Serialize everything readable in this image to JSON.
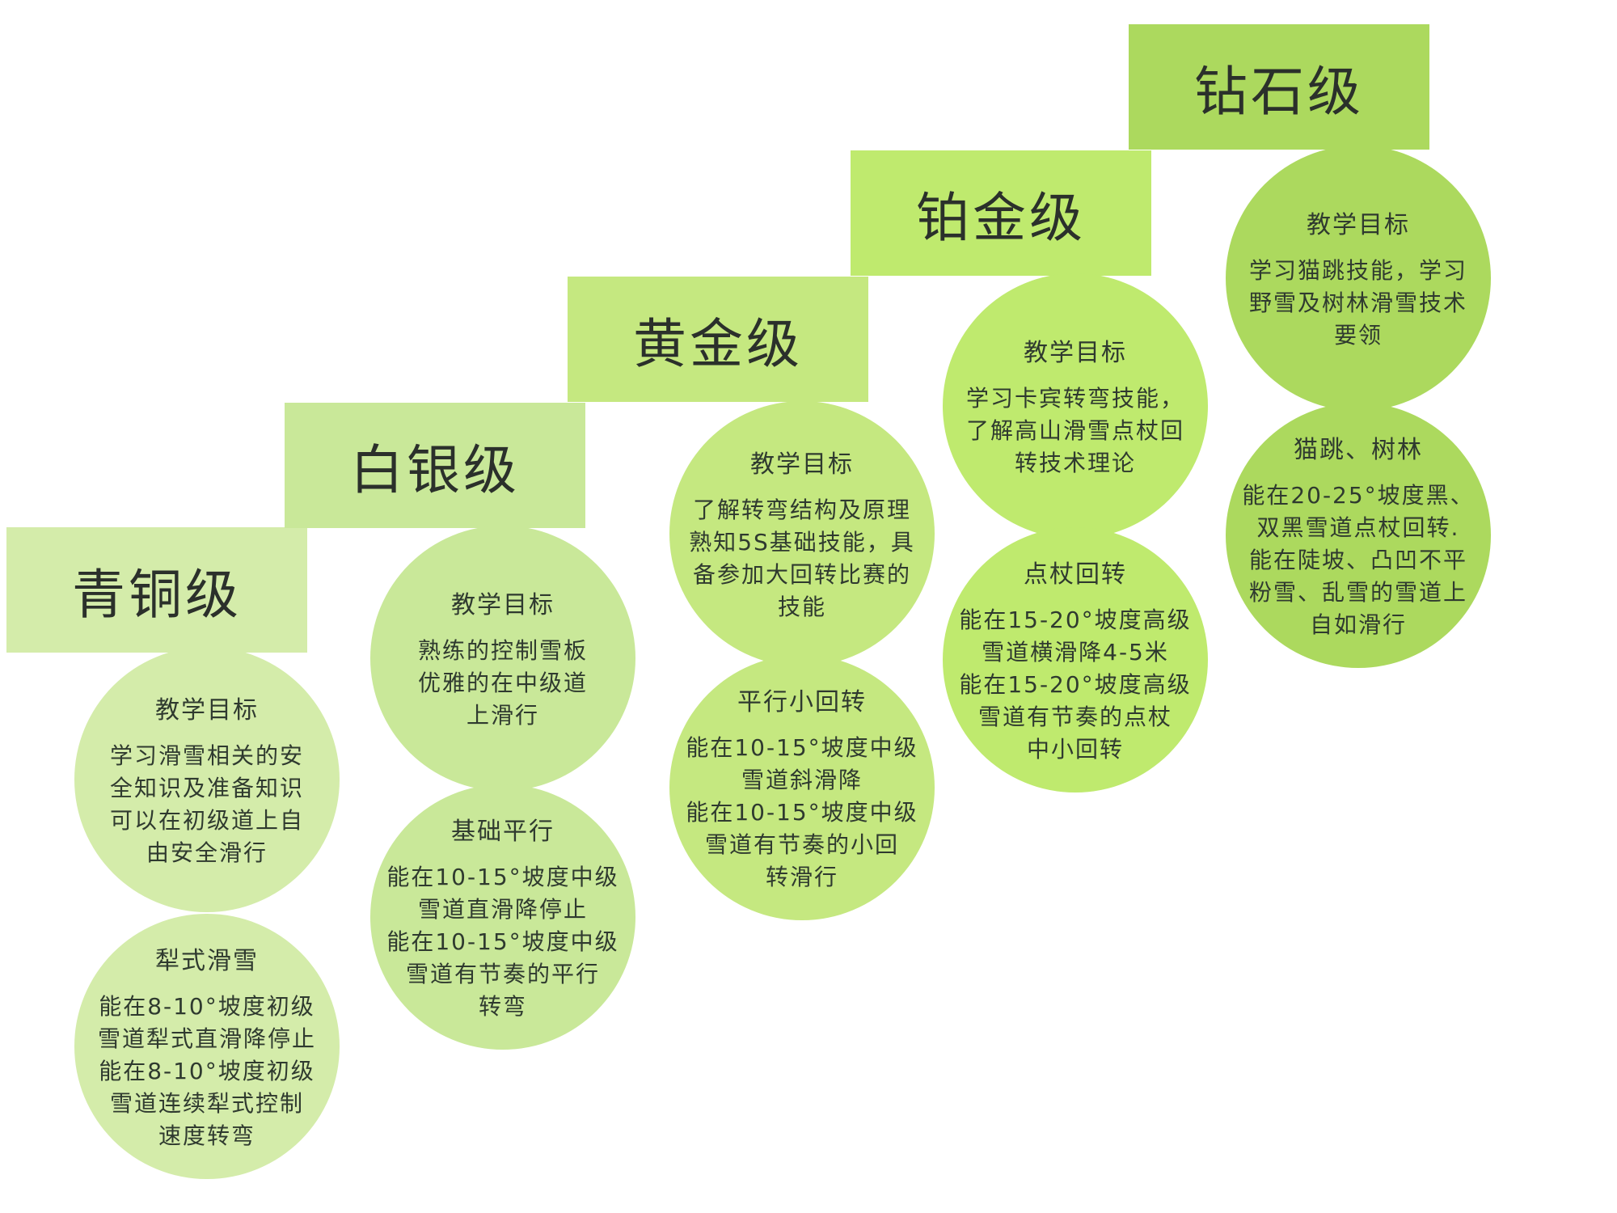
{
  "levels": [
    {
      "name": "青铜级",
      "box_color": "#d4ecaa",
      "circle_color": "#d4ecaa",
      "goal_title": "教学目标",
      "goal_text": "学习滑雪相关的安\n全知识及准备知识\n可以在初级道上自\n由安全滑行",
      "skill_title": "犁式滑雪",
      "skill_text": "能在8-10°坡度初级\n雪道犁式直滑降停止\n能在8-10°坡度初级\n雪道连续犁式控制\n速度转弯"
    },
    {
      "name": "白银级",
      "box_color": "#c9e899",
      "circle_color": "#c9e899",
      "goal_title": "教学目标",
      "goal_text": "熟练的控制雪板\n优雅的在中级道\n上滑行",
      "skill_title": "基础平行",
      "skill_text": "能在10-15°坡度中级\n雪道直滑降停止\n能在10-15°坡度中级\n雪道有节奏的平行\n转弯"
    },
    {
      "name": "黄金级",
      "box_color": "#c5e880",
      "circle_color": "#c5e880",
      "goal_title": "教学目标",
      "goal_text": "了解转弯结构及原理\n熟知5S基础技能，具\n备参加大回转比赛的\n技能",
      "skill_title": "平行小回转",
      "skill_text": "能在10-15°坡度中级\n雪道斜滑降\n能在10-15°坡度中级\n雪道有节奏的小回\n转滑行"
    },
    {
      "name": "铂金级",
      "box_color": "#bfea6e",
      "circle_color": "#bfea6e",
      "goal_title": "教学目标",
      "goal_text": "学习卡宾转弯技能，\n了解高山滑雪点杖回\n转技术理论",
      "skill_title": "点杖回转",
      "skill_text": "能在15-20°坡度高级\n雪道横滑降4-5米\n能在15-20°坡度高级\n雪道有节奏的点杖\n中小回转"
    },
    {
      "name": "钻石级",
      "box_color": "#acd95e",
      "circle_color": "#acd95e",
      "goal_title": "教学目标",
      "goal_text": "学习猫跳技能，学习\n野雪及树林滑雪技术\n要领",
      "skill_title": "猫跳、树林",
      "skill_text": "能在20-25°坡度黑、\n双黑雪道点杖回转.\n能在陡坡、凸凹不平\n粉雪、乱雪的雪道上\n自如滑行"
    }
  ]
}
